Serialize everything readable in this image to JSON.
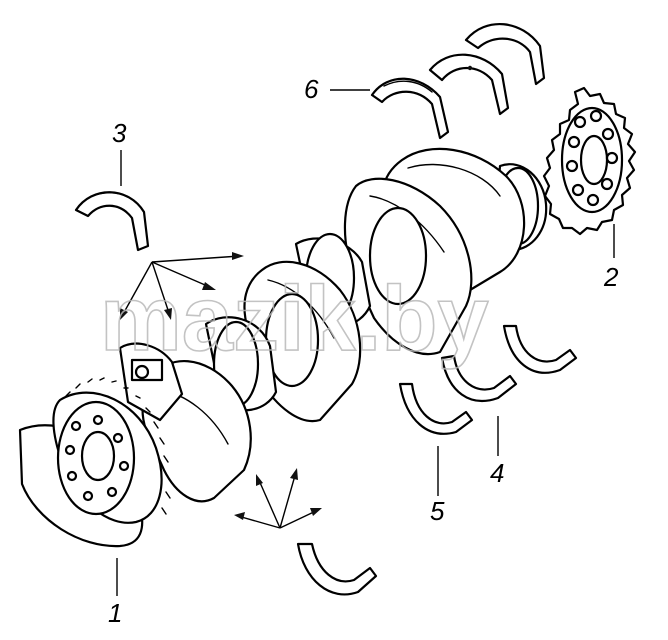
{
  "callouts": [
    "1",
    "2",
    "3",
    "4",
    "5",
    "6"
  ],
  "watermark": "mazik.by"
}
